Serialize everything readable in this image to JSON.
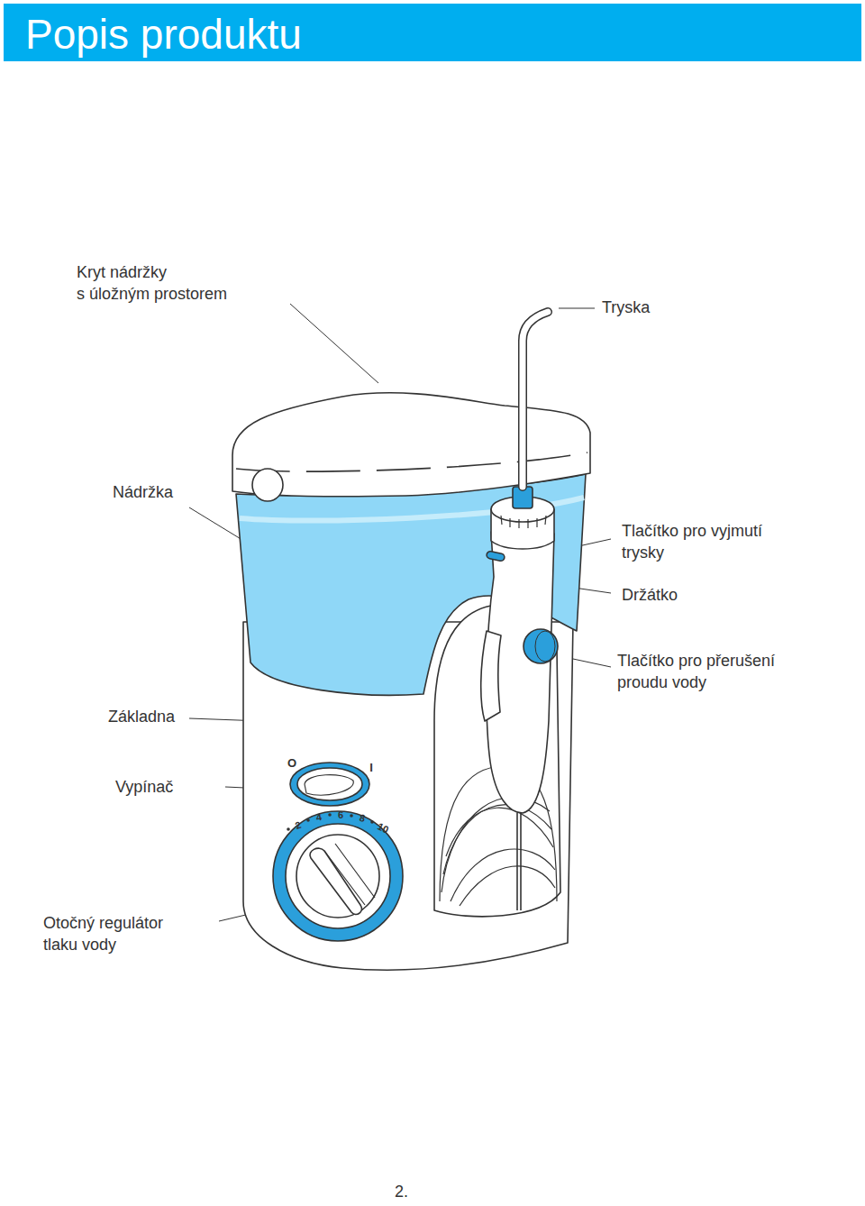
{
  "diagram": {
    "title": "Popis produktu",
    "labels": [
      "Kryt nádržky s úložným prostorem",
      "Tryska",
      "Nádržka",
      "Tlačítko pro vyjmutí trysky",
      "Držátko",
      "Tlačítko pro přerušení proudu vody",
      "Základna",
      "Vypínač",
      "O",
      "I",
      "2",
      "4",
      "6",
      "8",
      "10",
      "Otočný regulátor tlaku vody",
      "2."
    ]
  }
}
